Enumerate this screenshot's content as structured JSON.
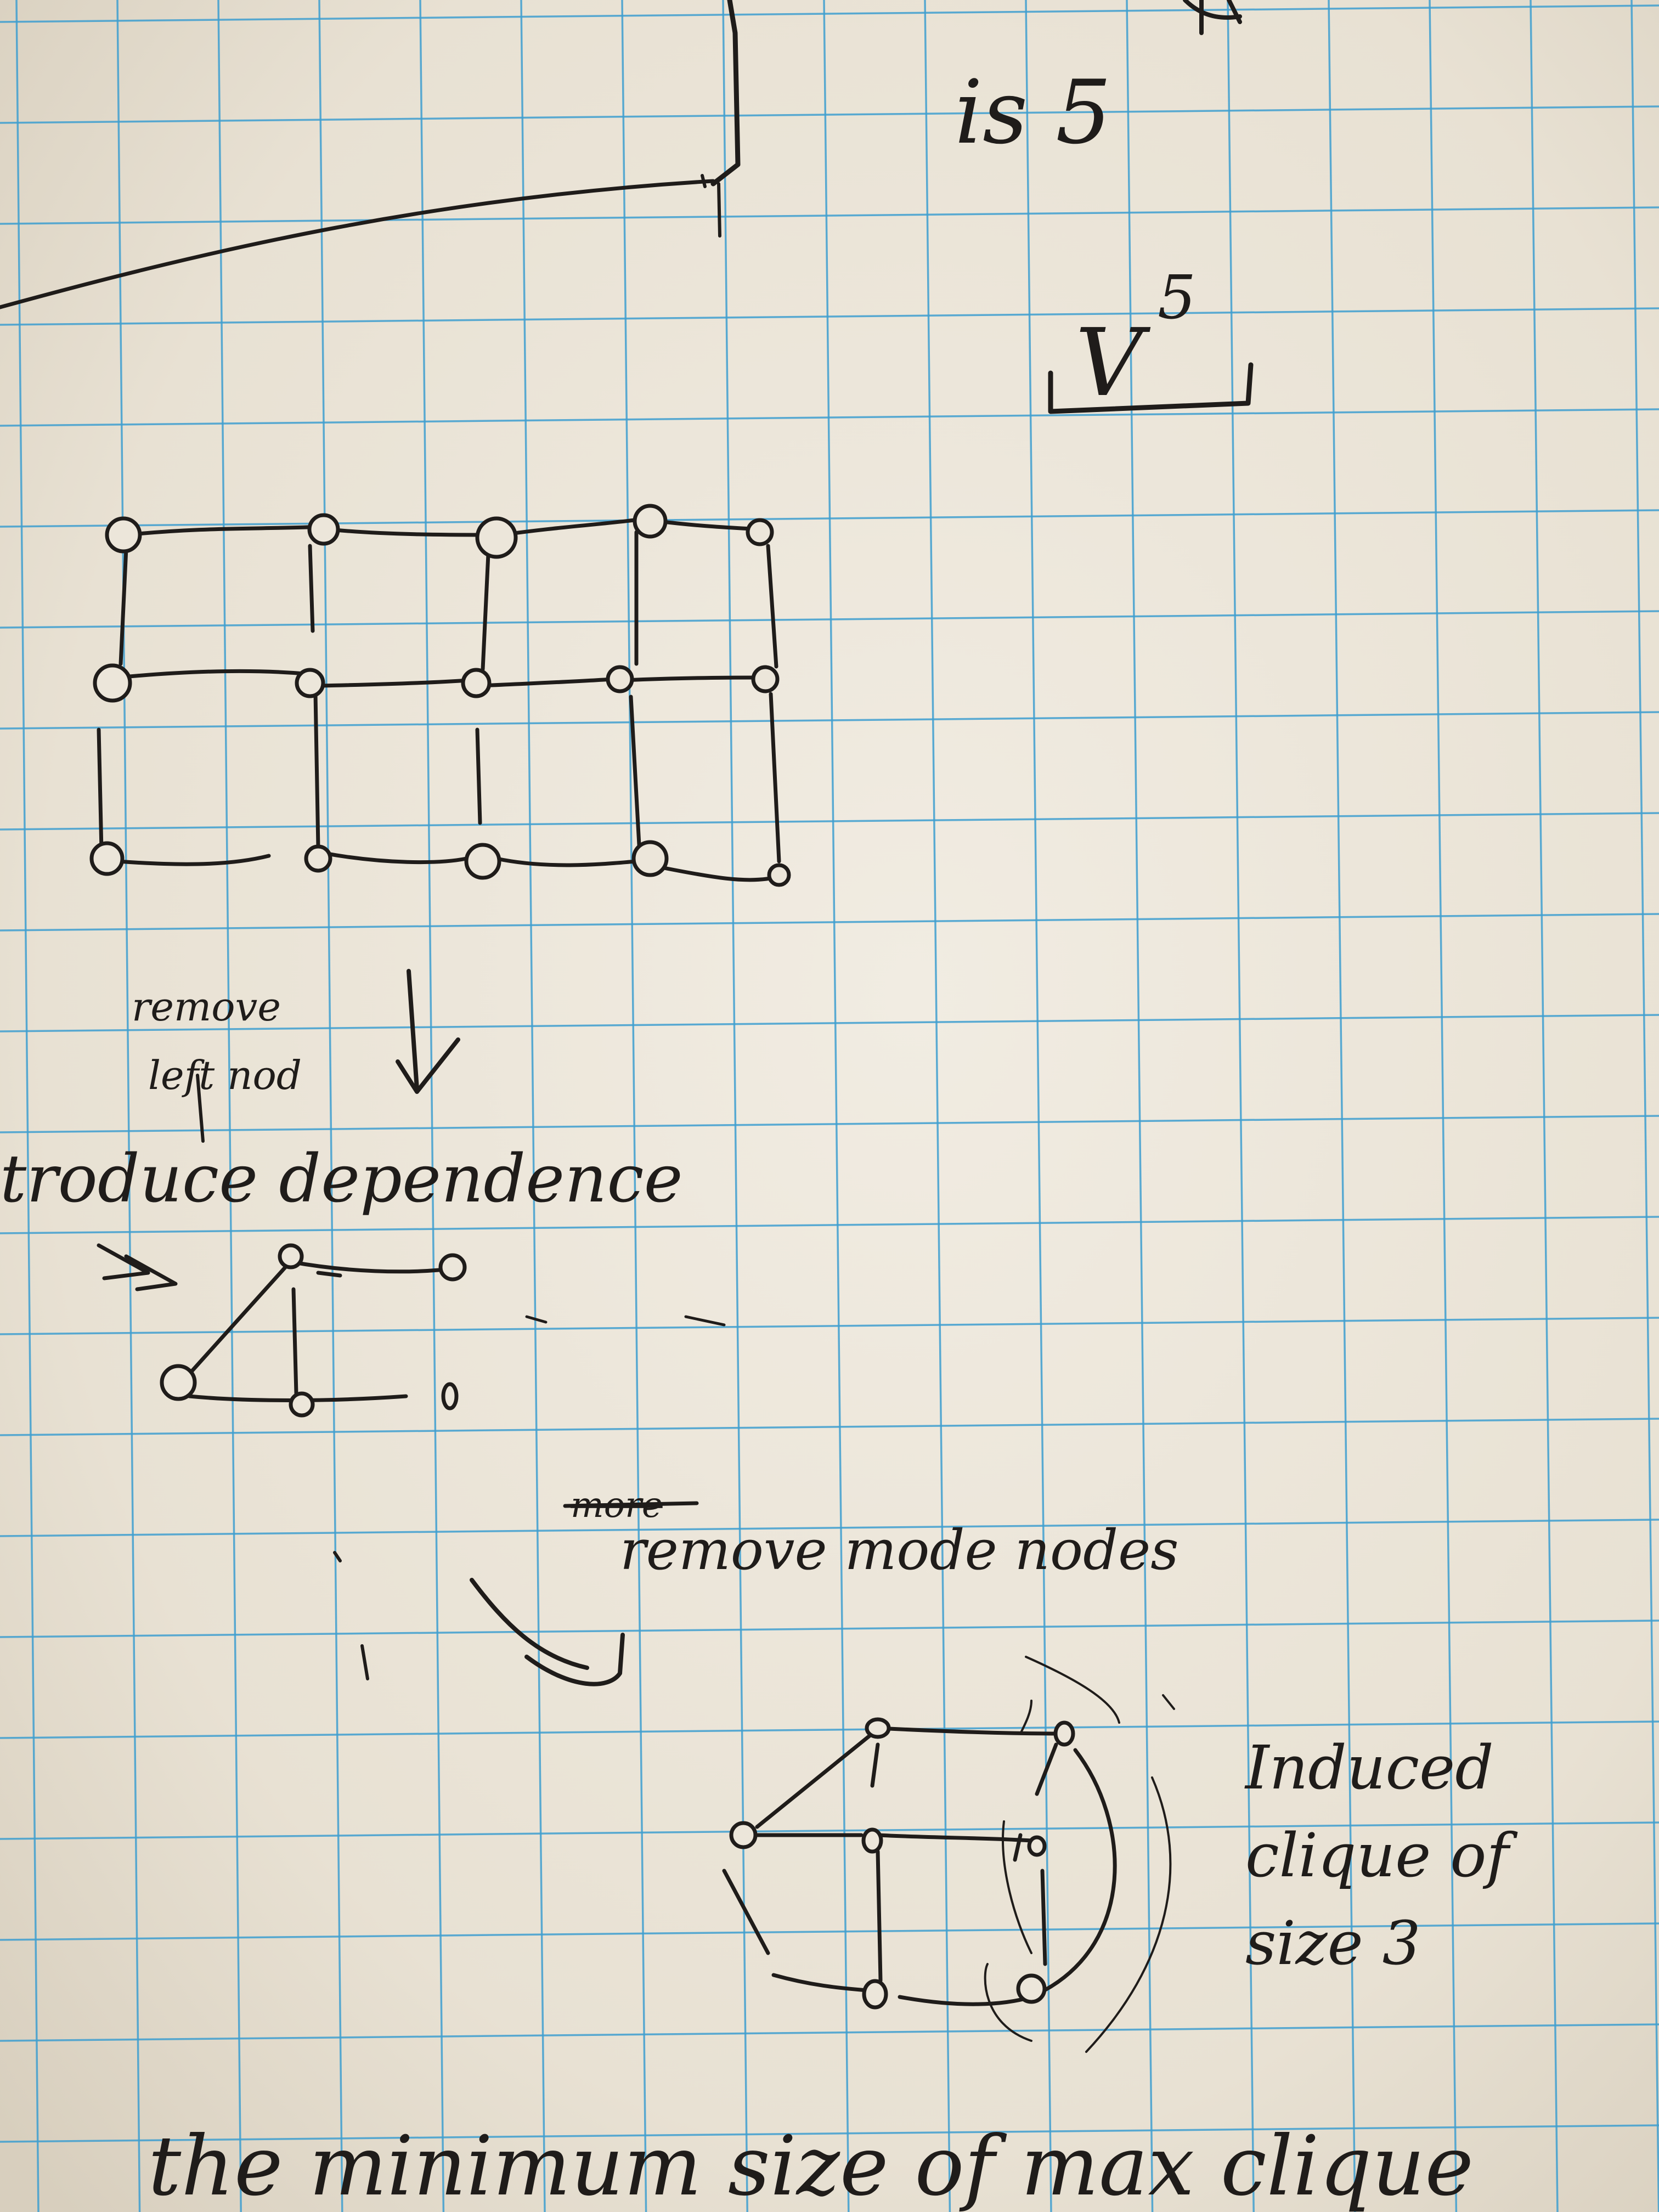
{
  "photo": {
    "paper_color": "#ece6da",
    "grid_color": "#3f9fd0",
    "ink_color": "#1f1c1a"
  },
  "notes": {
    "top_line": "is 5",
    "exponent_base": "V",
    "exponent_power": "5",
    "remove_annotation": "remove\nleft nod",
    "introduce_label": "troduce dependence",
    "struck_word": "more",
    "remove_more_label": "remove mode nodes",
    "induced_clique_label": "Induced\nclique of\nsize 3",
    "bottom_line": "the minimum size of max clique"
  },
  "icons": {
    "arrow_down": "down-arrow-icon",
    "arrow_double": "double-chevron-icon",
    "arrow_curved": "curved-arrow-icon"
  }
}
